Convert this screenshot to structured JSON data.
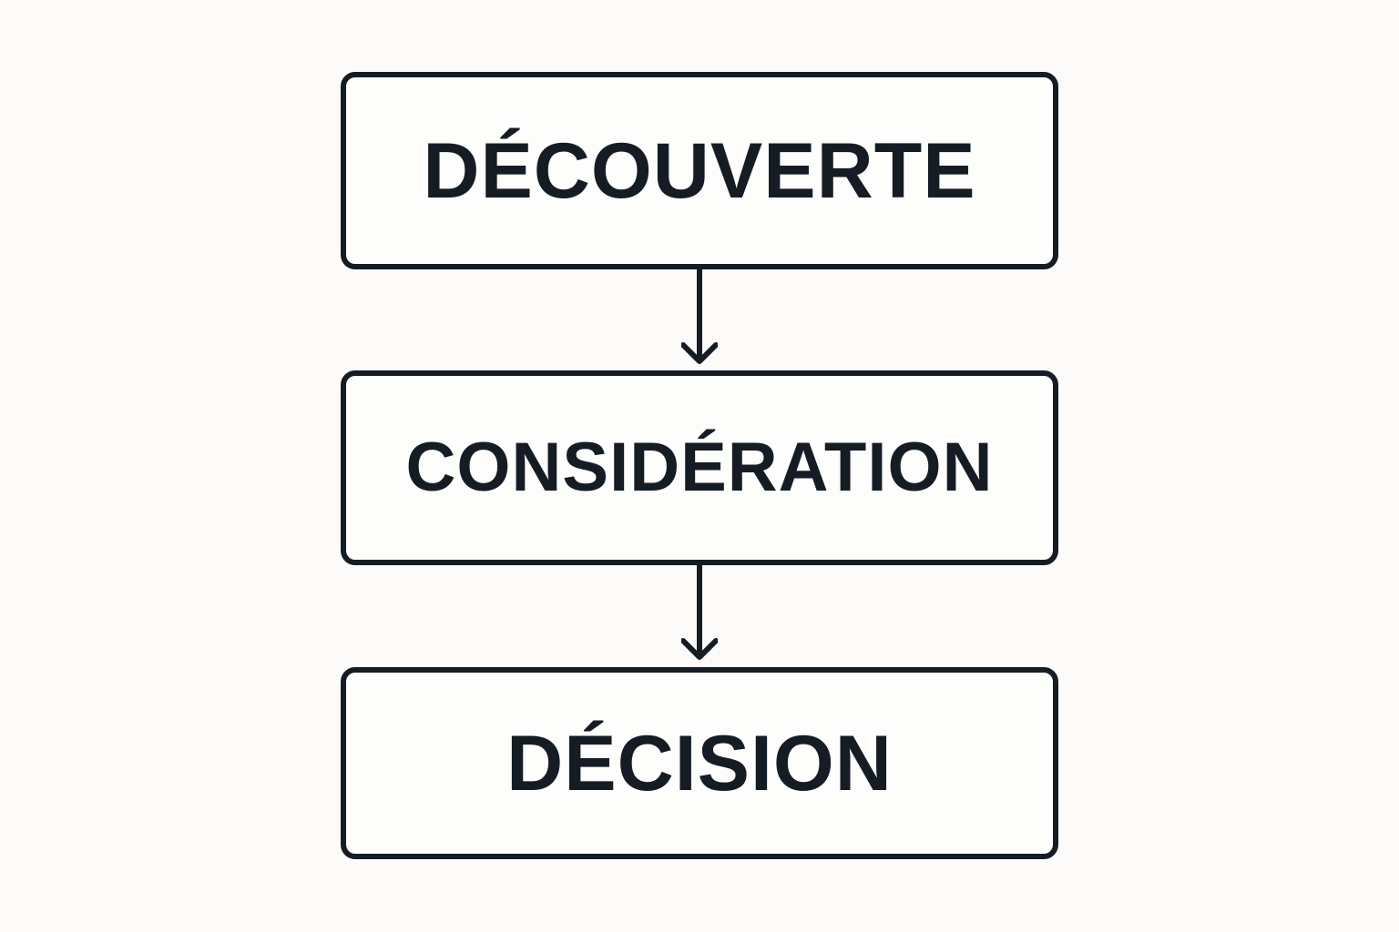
{
  "diagram": {
    "stages": [
      {
        "label": "DÉCOUVERTE"
      },
      {
        "label": "CONSIDÉRATION"
      },
      {
        "label": "DÉCISION"
      }
    ],
    "colors": {
      "background": "#fcfbf9",
      "stroke": "#151c24",
      "box_fill": "#fdfdfc"
    },
    "connectors": [
      {
        "from": "DÉCOUVERTE",
        "to": "CONSIDÉRATION",
        "icon": "arrow-down-icon"
      },
      {
        "from": "CONSIDÉRATION",
        "to": "DÉCISION",
        "icon": "arrow-down-icon"
      }
    ]
  }
}
